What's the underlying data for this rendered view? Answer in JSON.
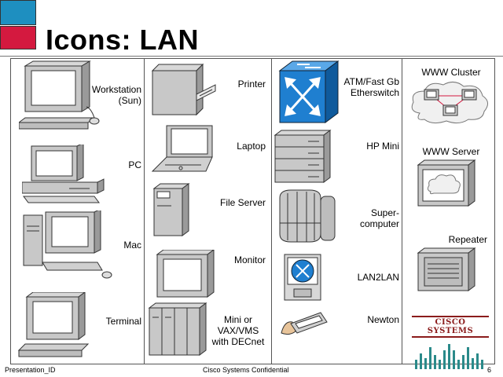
{
  "slide": {
    "title": "Icons: LAN",
    "colors": {
      "accent_blue": "#1e8fc0",
      "accent_red": "#d4193f",
      "switch_blue": "#1f7fd0"
    }
  },
  "icons": {
    "workstation": "Workstation\n(Sun)",
    "pc": "PC",
    "mac": "Mac",
    "terminal": "Terminal",
    "printer": "Printer",
    "laptop": "Laptop",
    "file_server": "File Server",
    "monitor": "Monitor",
    "mini_vax": "Mini or\nVAX/VMS\nwith DECnet",
    "atm_switch": "ATM/Fast Gb\nEtherswitch",
    "hp_mini": "HP Mini",
    "supercomputer": "Super-\ncomputer",
    "lan2lan": "LAN2LAN",
    "newton": "Newton",
    "www_cluster": "WWW Cluster",
    "www_server": "WWW Server",
    "repeater": "Repeater"
  },
  "logo": {
    "text": "CISCO SYSTEMS"
  },
  "footer": {
    "presentation_id": "Presentation_ID",
    "confidential": "Cisco Systems Confidential",
    "page_number": "6"
  }
}
